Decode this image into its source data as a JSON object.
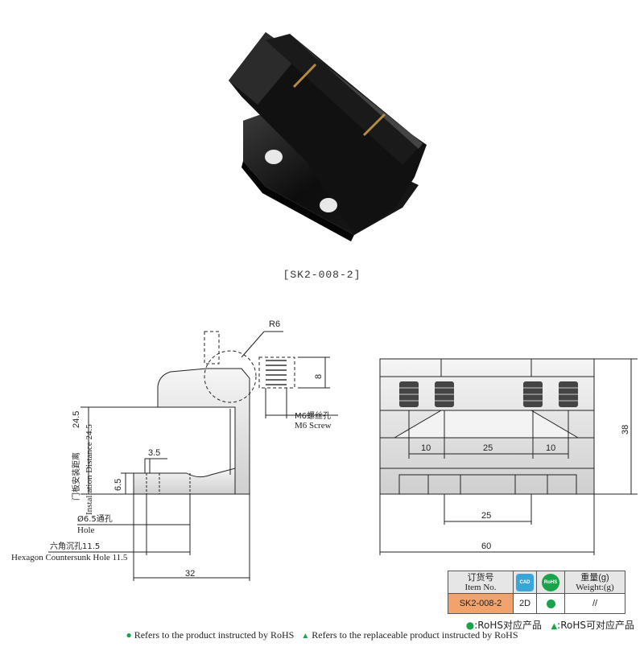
{
  "product_code_label": "[SK2-008-2]",
  "side_view": {
    "r_label": "R6",
    "dim_8": "8",
    "m6_cn": "M6螺丝孔",
    "m6_en": "M6 Screw",
    "dim_24_5": "24.5",
    "install_en": "Installation Distance 24.5",
    "install_cn": "门板安装距离",
    "dim_3_5": "3.5",
    "dim_6_5": "6.5",
    "hole_cn": "Ø6.5通孔",
    "hole_en": "Hole",
    "hex_cn": "六角沉孔11.5",
    "hex_en": "Hexagon Countersunk Hole 11.5",
    "dim_32": "32"
  },
  "front_view": {
    "dim_10_left": "10",
    "dim_25_top": "25",
    "dim_10_right": "10",
    "dim_38": "38",
    "dim_25_bottom": "25",
    "dim_60": "60"
  },
  "table": {
    "hdr_item_cn": "订货号",
    "hdr_item_en": "Item No.",
    "cad_icon_text": "CAD",
    "rohs_icon_text": "RoHS",
    "hdr_weight_cn": "重量(g)",
    "hdr_weight_en": "Weight:(g)",
    "item_no": "SK2-008-2",
    "cad_value": "2D",
    "weight_value": "//"
  },
  "legend": {
    "rohs_cn": ":RoHS对应产品",
    "rohs_replace_cn": ":RoHS可对应产品",
    "rohs_en": "Refers to the product instructed by RoHS",
    "rohs_replace_en": "Refers to the replaceable product instructed by RoHS"
  },
  "colors": {
    "product_body": "#0d0d0d",
    "brass_ring": "#b58a42",
    "item_code_bg": "#f1a36b",
    "rohs_green": "#19a34a",
    "cad_blue": "#3aa6d8"
  }
}
